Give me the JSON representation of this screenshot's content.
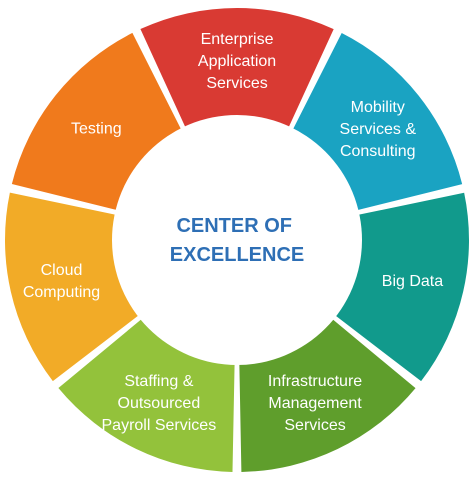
{
  "center": {
    "lines": [
      "CENTER OF",
      "EXCELLENCE"
    ],
    "color": "#2e6fb5"
  },
  "segments": [
    {
      "id": "enterprise-application-services",
      "lines": [
        "Enterprise",
        "Application",
        "Services"
      ],
      "color": "#d93a33"
    },
    {
      "id": "mobility-services-consulting",
      "lines": [
        "Mobility",
        "Services &",
        "Consulting"
      ],
      "color": "#1aa3c2"
    },
    {
      "id": "big-data",
      "lines": [
        "Big Data"
      ],
      "color": "#119a8c"
    },
    {
      "id": "infrastructure-management-services",
      "lines": [
        "Infrastructure",
        "Management",
        "Services"
      ],
      "color": "#5f9e2c"
    },
    {
      "id": "staffing-outsourced-payroll-services",
      "lines": [
        "Staffing &",
        "Outsourced",
        "Payroll Services"
      ],
      "color": "#93c23b"
    },
    {
      "id": "cloud-computing",
      "lines": [
        "Cloud",
        "Computing"
      ],
      "color": "#f2ab27"
    },
    {
      "id": "testing",
      "lines": [
        "Testing"
      ],
      "color": "#f07a1c"
    }
  ]
}
